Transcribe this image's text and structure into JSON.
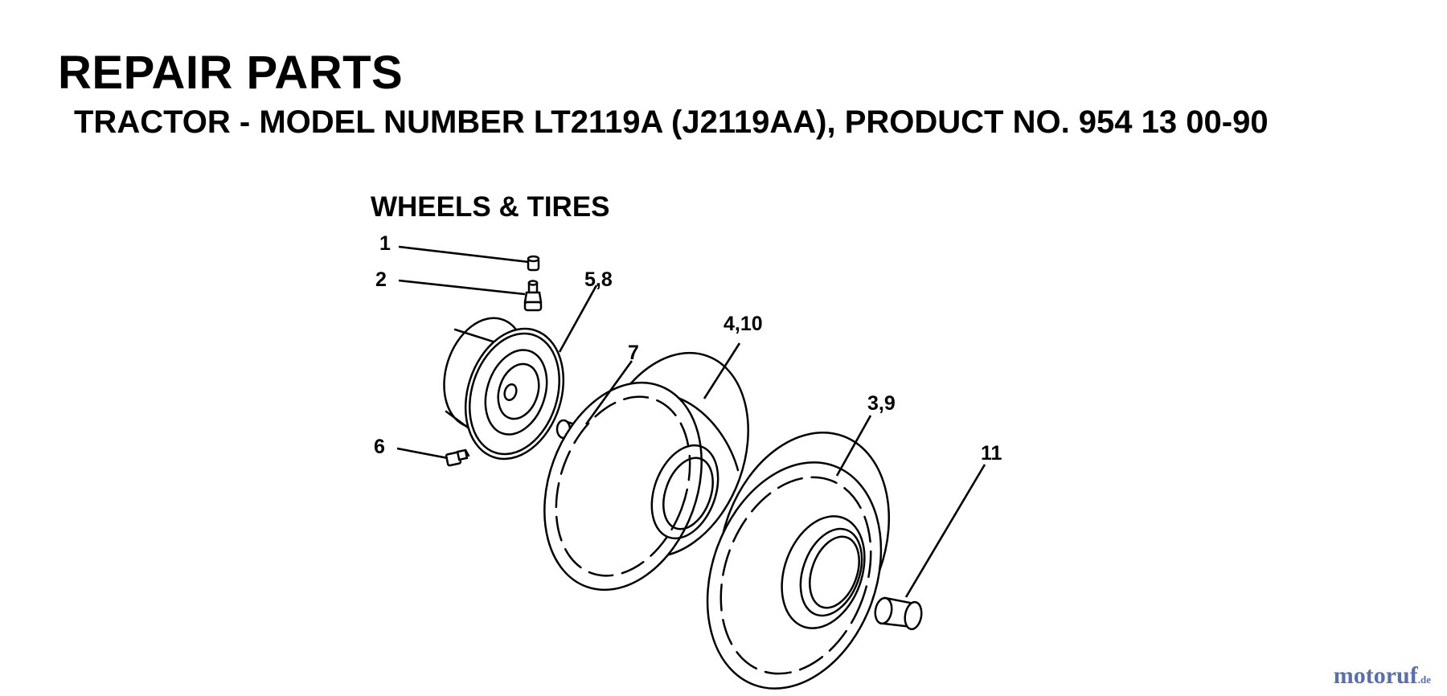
{
  "header": {
    "title": "REPAIR PARTS",
    "subtitle": "TRACTOR - MODEL NUMBER LT2119A (J2119AA), PRODUCT NO. 954 13 00-90"
  },
  "section": {
    "title": "WHEELS & TIRES"
  },
  "callouts": [
    "1",
    "2",
    "5,8",
    "7",
    "4,10",
    "3,9",
    "6",
    "11"
  ],
  "watermark": {
    "text": "motoruf",
    "suffix": ".de"
  }
}
